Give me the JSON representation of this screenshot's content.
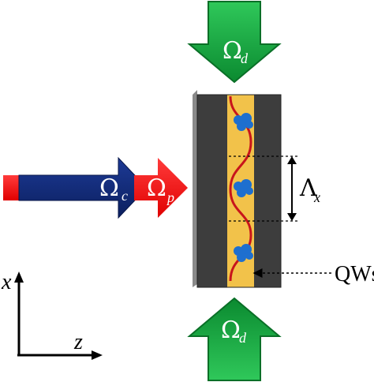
{
  "labels": {
    "omega_d_top": {
      "main": "Ω",
      "sub": "d"
    },
    "omega_d_bottom": {
      "main": "Ω",
      "sub": "d"
    },
    "omega_c": {
      "main": "Ω",
      "sub": "c"
    },
    "omega_p": {
      "main": "Ω",
      "sub": "p"
    },
    "lambda_x": {
      "main": "Λ",
      "sub": "x"
    },
    "qws": "QWs",
    "axis_x": "x",
    "axis_z": "z"
  },
  "colors": {
    "green": "#0fa23a",
    "green_dark": "#0a7a2a",
    "blue": "#102a7a",
    "red": "#ff1a1a",
    "slab_dark": "#3d3d3d",
    "slab_gold": "#f2c24a",
    "wave": "#c8151b",
    "dots": "#1e6fcf"
  }
}
